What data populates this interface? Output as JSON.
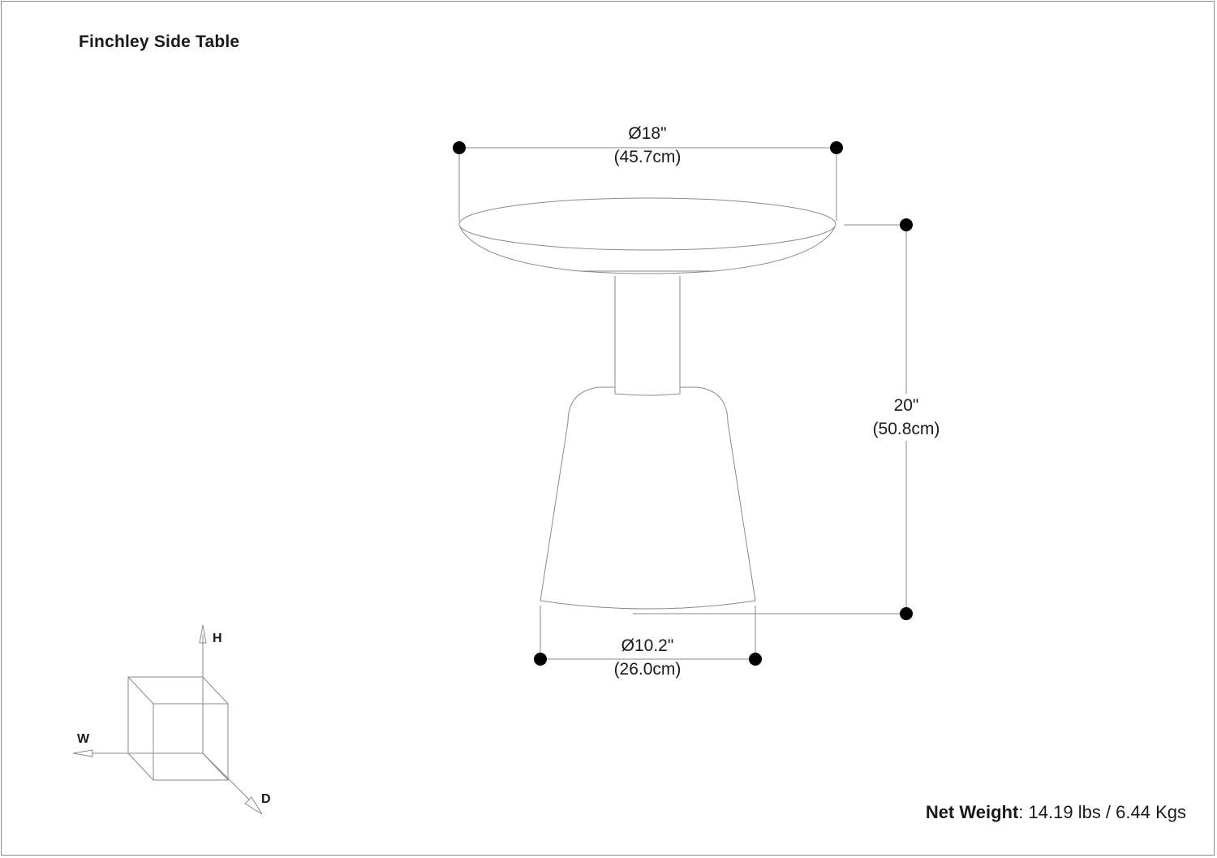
{
  "title": "Finchley Side Table",
  "dimensions": {
    "top_diameter": {
      "imperial": "Ø18\"",
      "metric": "(45.7cm)"
    },
    "height": {
      "imperial": "20\"",
      "metric": "(50.8cm)"
    },
    "base_diameter": {
      "imperial": "Ø10.2\"",
      "metric": "(26.0cm)"
    }
  },
  "axes": {
    "height": "H",
    "width": "W",
    "depth": "D"
  },
  "weight": {
    "label": "Net Weight",
    "separator": ":",
    "value": " 14.19 lbs / 6.44 Kgs"
  },
  "colors": {
    "line": "#808080",
    "dot": "#000000",
    "text": "#1a1a1a"
  }
}
